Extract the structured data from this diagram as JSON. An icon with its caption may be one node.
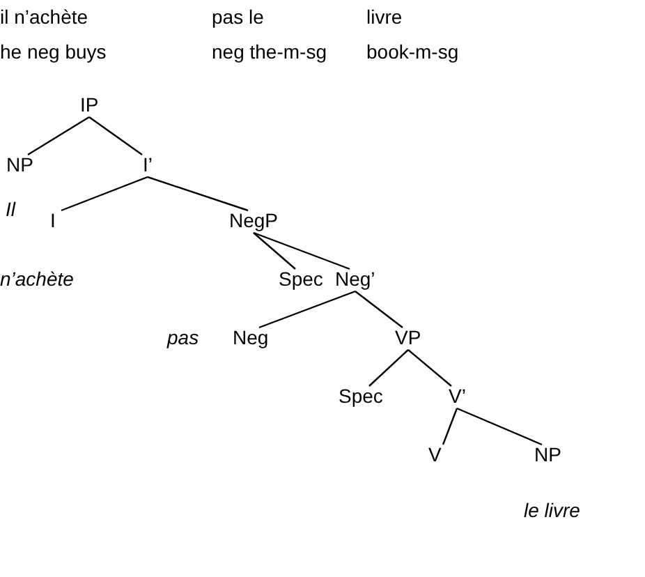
{
  "diagram": {
    "nodes": [
      {
        "text": [
          "IP"
        ]
      },
      {
        "text": [
          "NP"
        ]
      },
      {
        "text": [
          "I’"
        ]
      },
      {
        "text": [
          "I"
        ]
      },
      {
        "text": [
          "NegP"
        ]
      },
      {
        "text": [
          "Spec"
        ]
      },
      {
        "text": [
          "Neg’"
        ]
      },
      {
        "text": [
          "Neg"
        ]
      },
      {
        "text": [
          "VP"
        ]
      },
      {
        "text": [
          "Spec"
        ]
      },
      {
        "text": [
          "V’"
        ]
      },
      {
        "text": [
          "V"
        ]
      },
      {
        "text": [
          "NP"
        ]
      }
    ],
    "edges": [
      {
        "from": 0,
        "to": 1,
        "arrow": "none"
      },
      {
        "from": 0,
        "to": 2,
        "arrow": "none"
      },
      {
        "from": 2,
        "to": 3,
        "arrow": "none"
      },
      {
        "from": 2,
        "to": 4,
        "arrow": "none"
      },
      {
        "from": 4,
        "to": 5,
        "arrow": "none"
      },
      {
        "from": 4,
        "to": 6,
        "arrow": "none"
      },
      {
        "from": 6,
        "to": 7,
        "arrow": "none"
      },
      {
        "from": 6,
        "to": 8,
        "arrow": "none"
      },
      {
        "from": 8,
        "to": 9,
        "arrow": "none"
      },
      {
        "from": 8,
        "to": 10,
        "arrow": "none"
      },
      {
        "from": 10,
        "to": 11,
        "arrow": "none"
      },
      {
        "from": 10,
        "to": 12,
        "arrow": "none"
      }
    ],
    "labels": [
      "il n’achète",
      "pas le",
      "livre",
      "he neg buys",
      "neg the-m-sg",
      "book-m-sg",
      "Il",
      "n’achète",
      "pas",
      "le livre"
    ]
  }
}
